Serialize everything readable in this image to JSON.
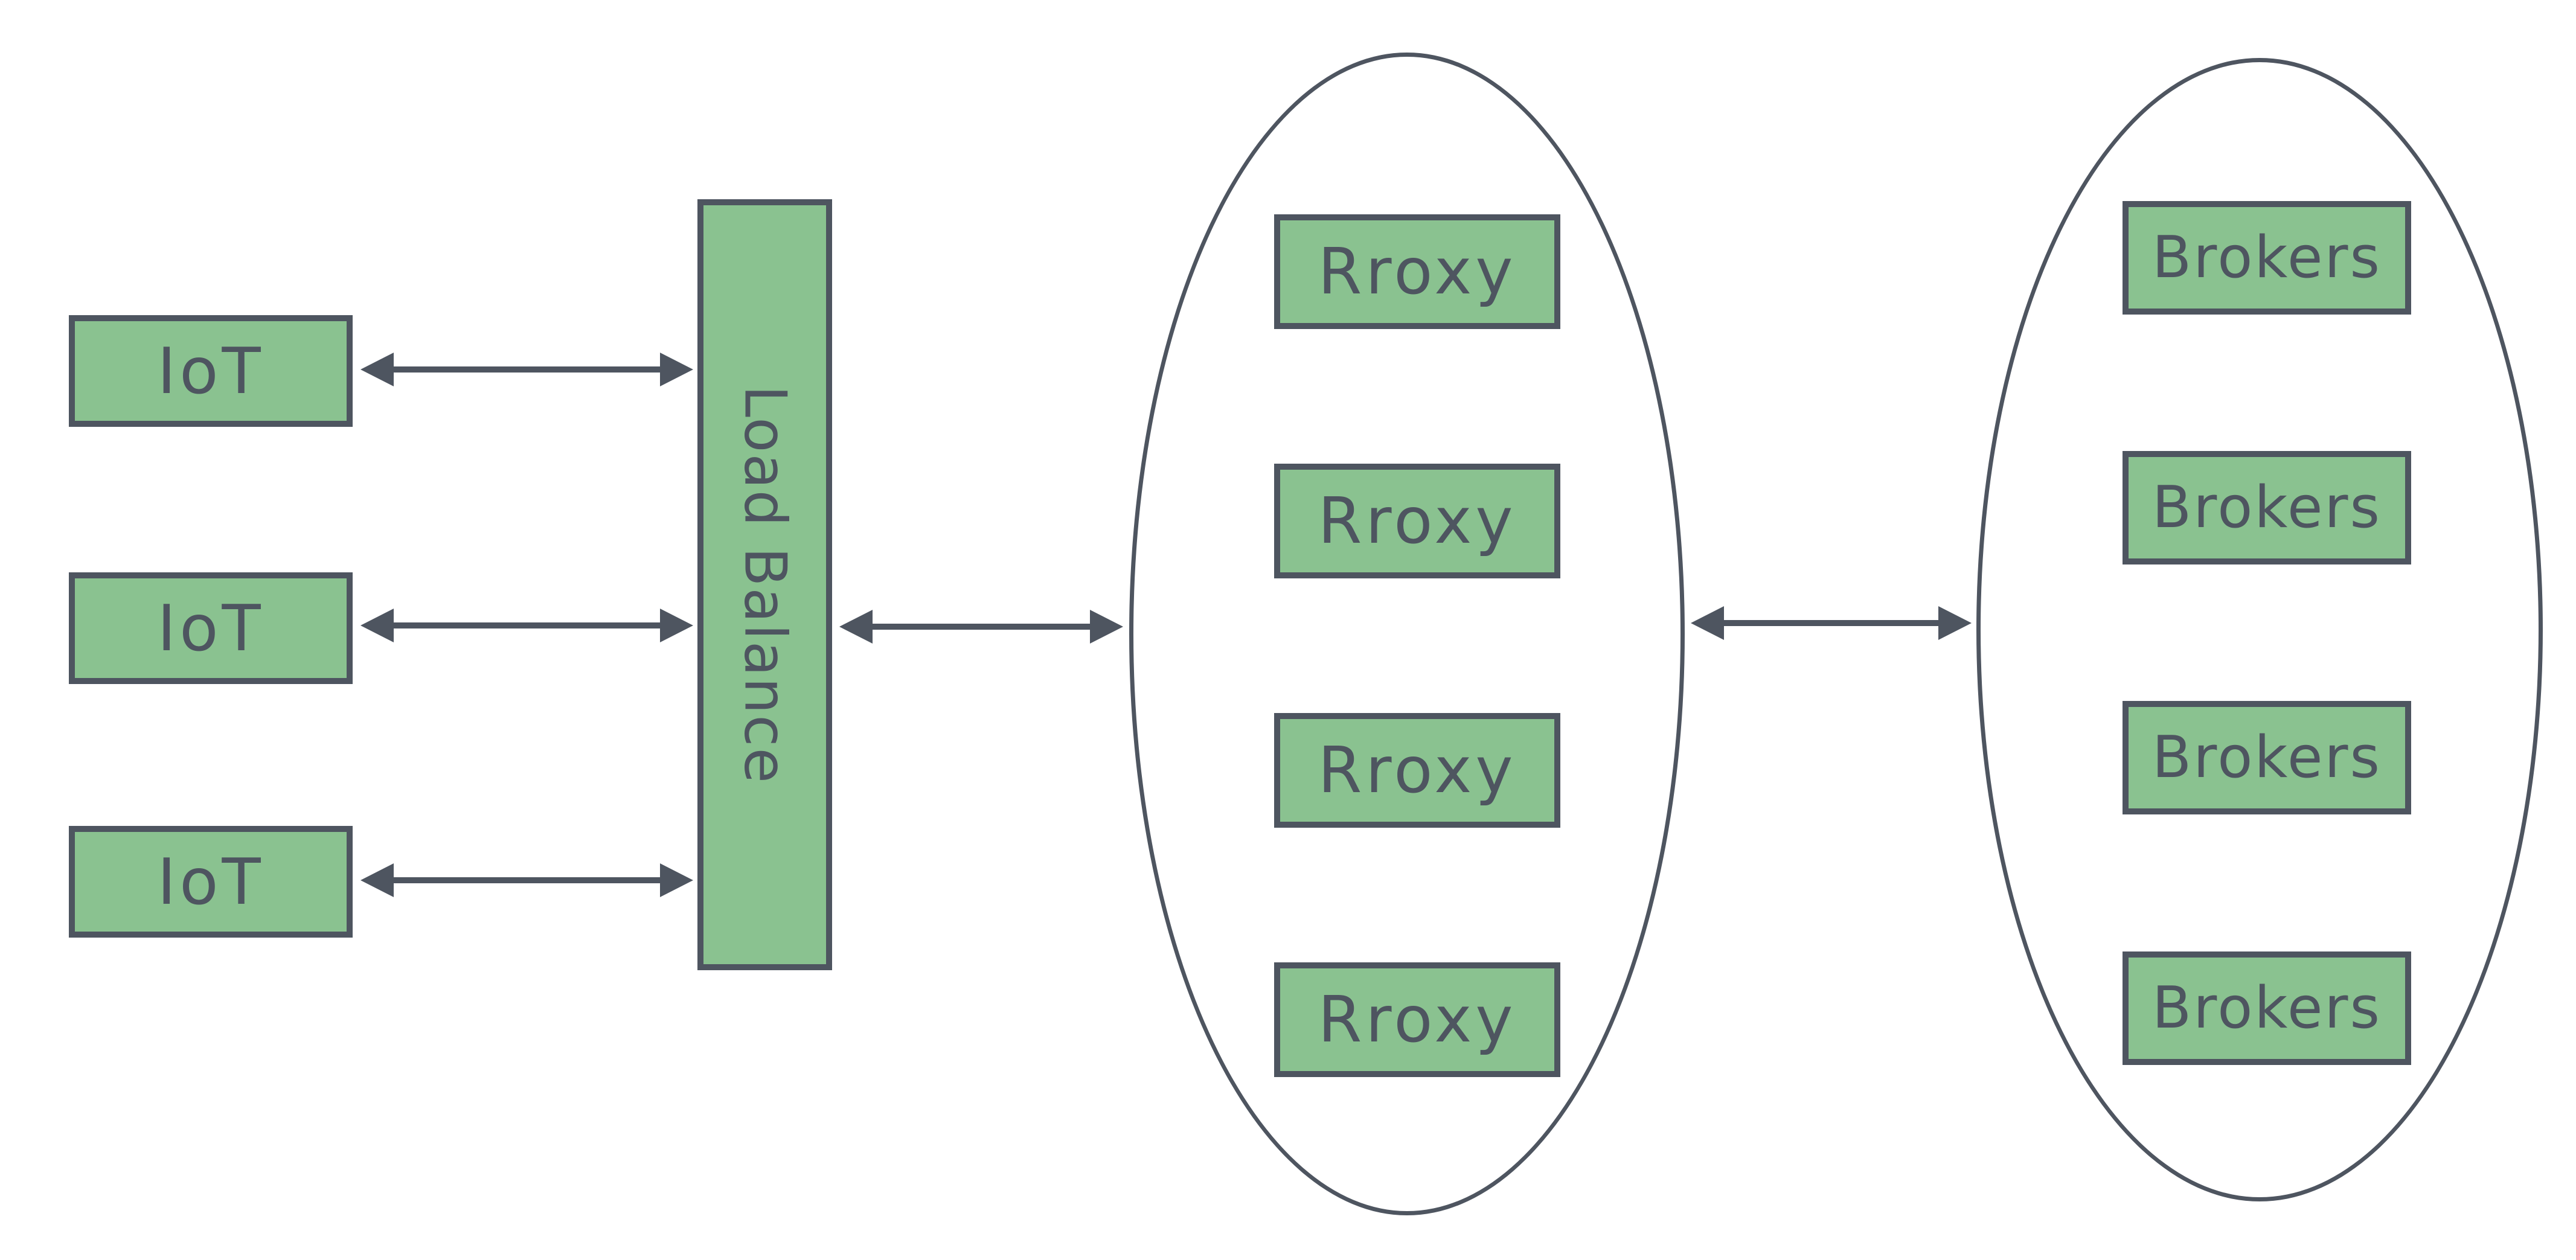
{
  "colors": {
    "background": "#ffffff",
    "node_fill": "#8ac290",
    "stroke": "#4e5560",
    "label_text": "#4e5560"
  },
  "nodes": {
    "iot": [
      "IoT",
      "IoT",
      "IoT"
    ],
    "load_balancer": "Load Balance",
    "proxies": [
      "Rroxy",
      "Rroxy",
      "Rroxy",
      "Rroxy"
    ],
    "brokers": [
      "Brokers",
      "Brokers",
      "Brokers",
      "Brokers"
    ]
  },
  "edges": [
    {
      "from": "iot-1",
      "to": "load-balancer",
      "style": "double-arrow"
    },
    {
      "from": "iot-2",
      "to": "load-balancer",
      "style": "double-arrow"
    },
    {
      "from": "iot-3",
      "to": "load-balancer",
      "style": "double-arrow"
    },
    {
      "from": "load-balancer",
      "to": "proxy-cluster",
      "style": "double-arrow"
    },
    {
      "from": "proxy-cluster",
      "to": "broker-cluster",
      "style": "double-arrow"
    }
  ]
}
